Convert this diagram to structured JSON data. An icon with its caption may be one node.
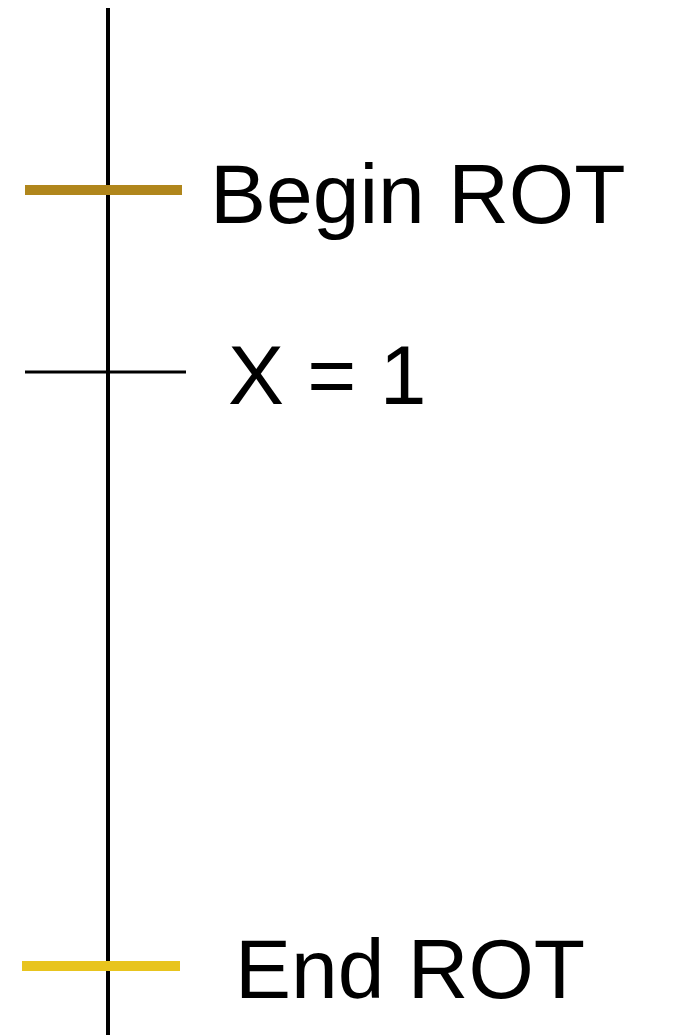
{
  "diagram": {
    "labels": [
      "Begin ROT",
      "X = 1",
      "End ROT"
    ]
  }
}
